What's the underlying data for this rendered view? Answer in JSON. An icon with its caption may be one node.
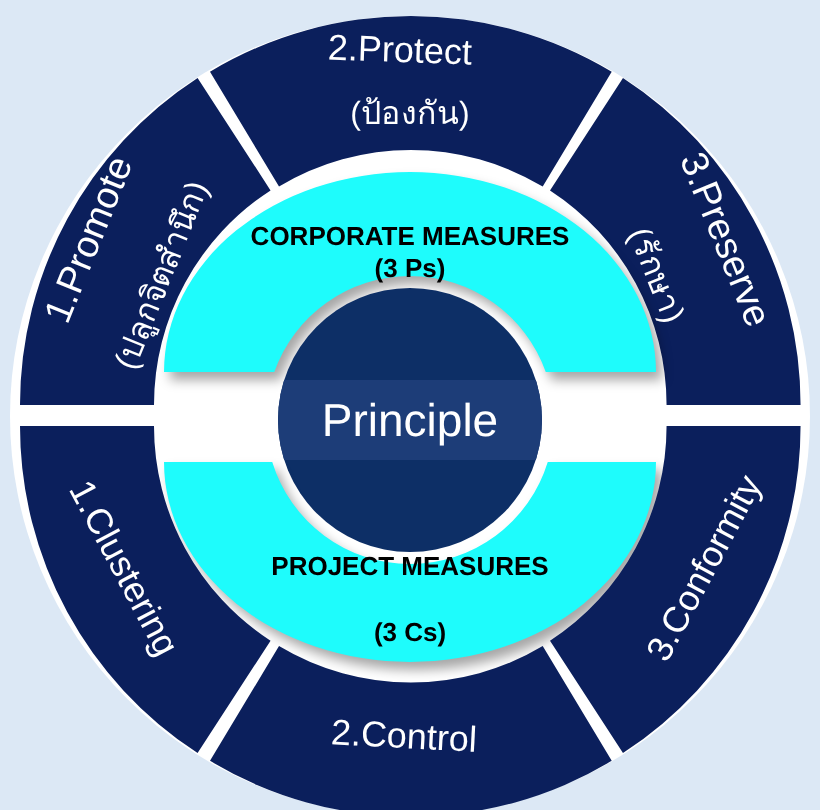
{
  "diagram": {
    "nodes": [
      {
        "text": [
          "1.Promote",
          "(ปลูกจิตสำนึก)"
        ]
      },
      {
        "text": [
          "2.Protect",
          "(ป้องกัน)"
        ]
      },
      {
        "text": [
          "3.Preserve",
          "(รักษา)"
        ]
      },
      {
        "text": [
          "CORPORATE MEASURES",
          "(3 Ps)"
        ]
      },
      {
        "text": [
          "Principle"
        ]
      },
      {
        "text": [
          "PROJECT MEASURES",
          "(3 Cs)"
        ]
      },
      {
        "text": [
          "1.Clustering"
        ]
      },
      {
        "text": [
          "2.Control"
        ]
      },
      {
        "text": [
          "3.Conformity"
        ]
      }
    ]
  }
}
